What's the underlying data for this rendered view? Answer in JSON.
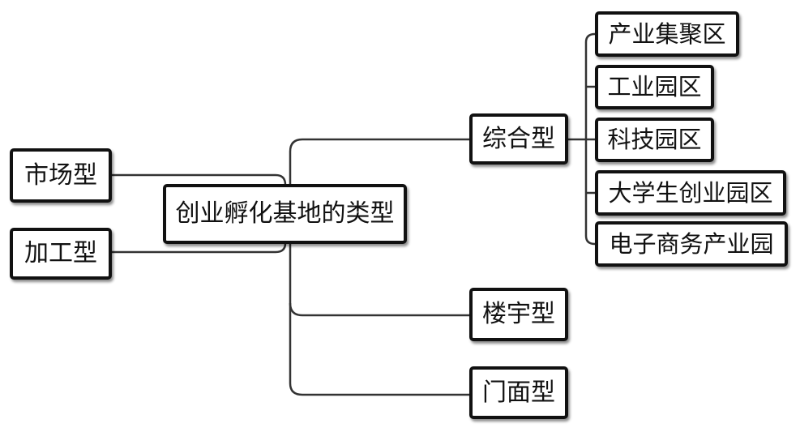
{
  "center": {
    "label": "创业孵化基地的类型"
  },
  "left_types": [
    {
      "label": "市场型"
    },
    {
      "label": "加工型"
    }
  ],
  "right_types": [
    {
      "label": "综合型"
    },
    {
      "label": "楼宇型"
    },
    {
      "label": "门面型"
    }
  ],
  "comprehensive_subtypes": [
    {
      "label": "产业集聚区"
    },
    {
      "label": "工业园区"
    },
    {
      "label": "科技园区"
    },
    {
      "label": "大学生创业园区"
    },
    {
      "label": "电子商务产业园"
    }
  ],
  "colors": {
    "border": "#111111",
    "connector": "#333333",
    "text": "#111111",
    "background": "#ffffff"
  }
}
